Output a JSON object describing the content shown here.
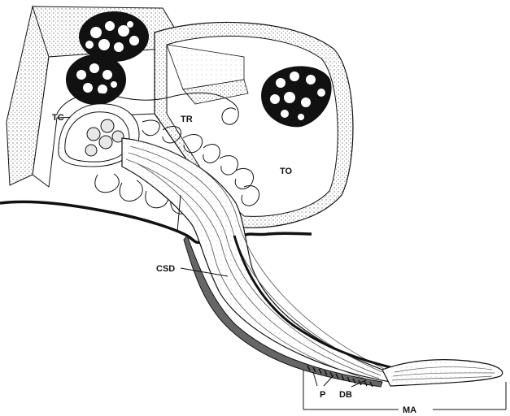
{
  "labels": {
    "tc": "TC",
    "tr": "TR",
    "to": "TO",
    "csd": "CSD",
    "p": "P",
    "db": "DB",
    "ma": "MA"
  },
  "colors": {
    "ink": "#111111",
    "shade": "#9a9a9a",
    "paper": "#ffffff"
  }
}
